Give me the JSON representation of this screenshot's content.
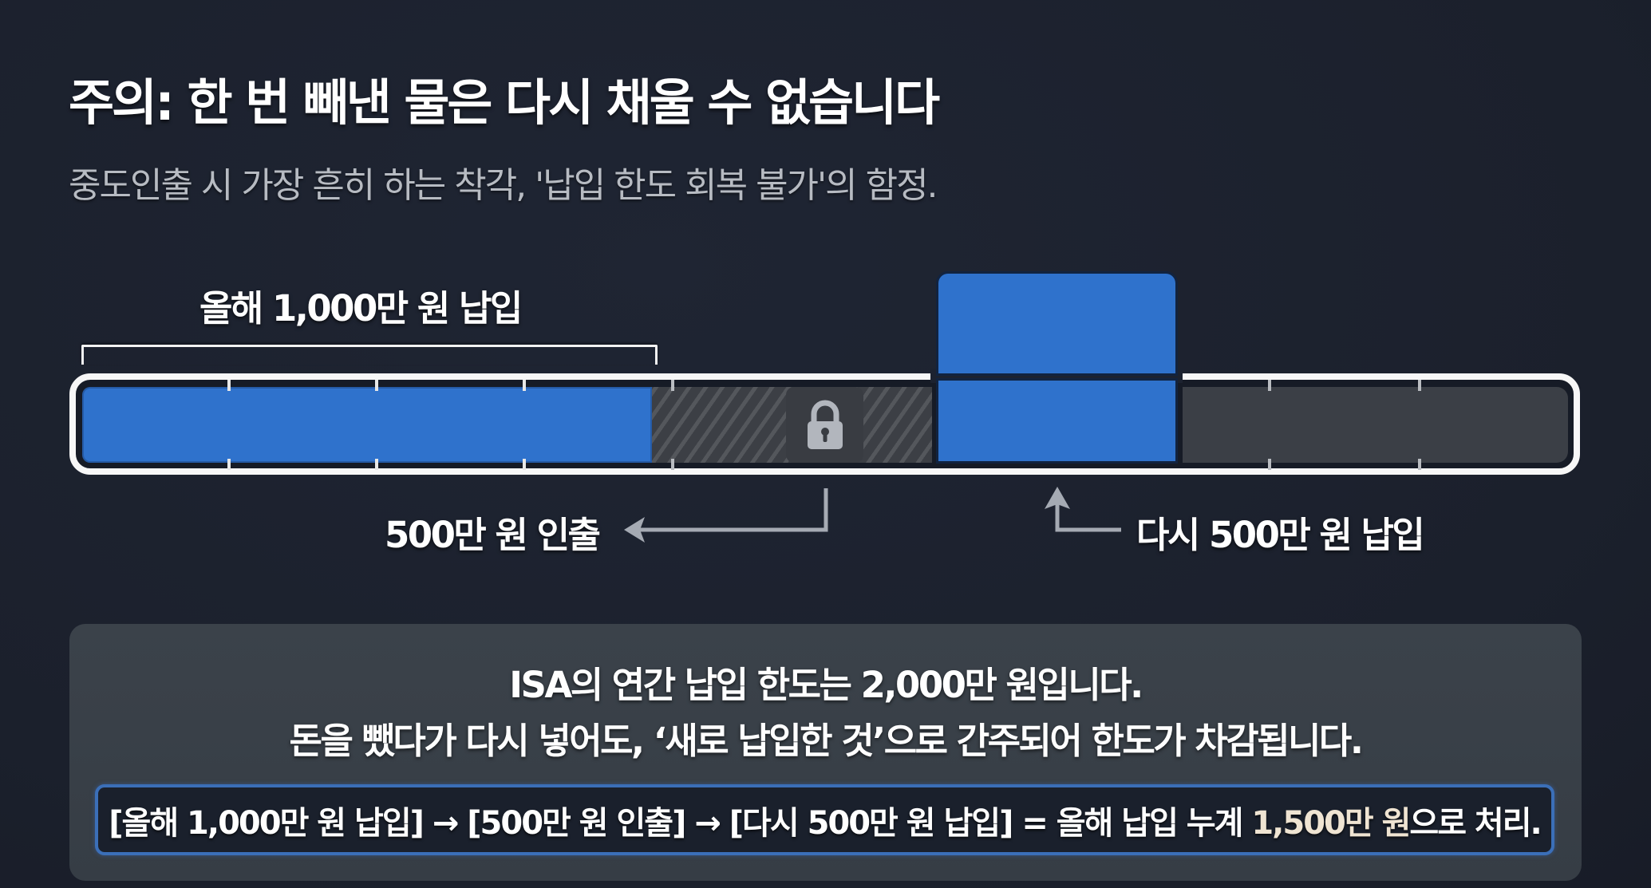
{
  "header": {
    "title": "주의: 한 번 빼낸 물은 다시 채울 수 없습니다",
    "subtitle": "중도인출 시 가장 흔히 하는 착각, '납입 한도 회복 불가'의 함정."
  },
  "diagram": {
    "deposit_label": "올해 1,000만 원 납입",
    "withdraw_label": "500만 원 인출",
    "redeposit_label": "다시 500만 원 납입",
    "lock_icon": "lock-icon",
    "segments": [
      {
        "name": "deposited",
        "amount": "1,000만 원",
        "state": "filled",
        "color": "#2f72cc"
      },
      {
        "name": "withdrawn",
        "amount": "500만 원",
        "state": "locked",
        "color": "#3c3f45"
      },
      {
        "name": "redeposited",
        "amount": "500만 원",
        "state": "filled",
        "color": "#2f72cc"
      },
      {
        "name": "remaining",
        "amount": "",
        "state": "empty",
        "color": "#3b3f46"
      }
    ]
  },
  "info_panel": {
    "line1": "ISA의 연간 납입 한도는 2,000만 원입니다.",
    "line2": "돈을 뺐다가 다시 넣어도, ‘새로 납입한 것’으로 간주되어 한도가 차감됩니다.",
    "summary": {
      "prefix": "[올해 1,000만 원 납입] → [500만 원 인출] → [다시 500만 원 납입] = 올해 납입 누계 ",
      "highlight": "1,500만 원",
      "suffix": "으로 처리."
    }
  },
  "colors": {
    "background": "#1c2230",
    "blue": "#2f72cc",
    "panel": "#3a4149",
    "summary_border": "#3b6fb8",
    "arrow": "#a5aab3"
  }
}
